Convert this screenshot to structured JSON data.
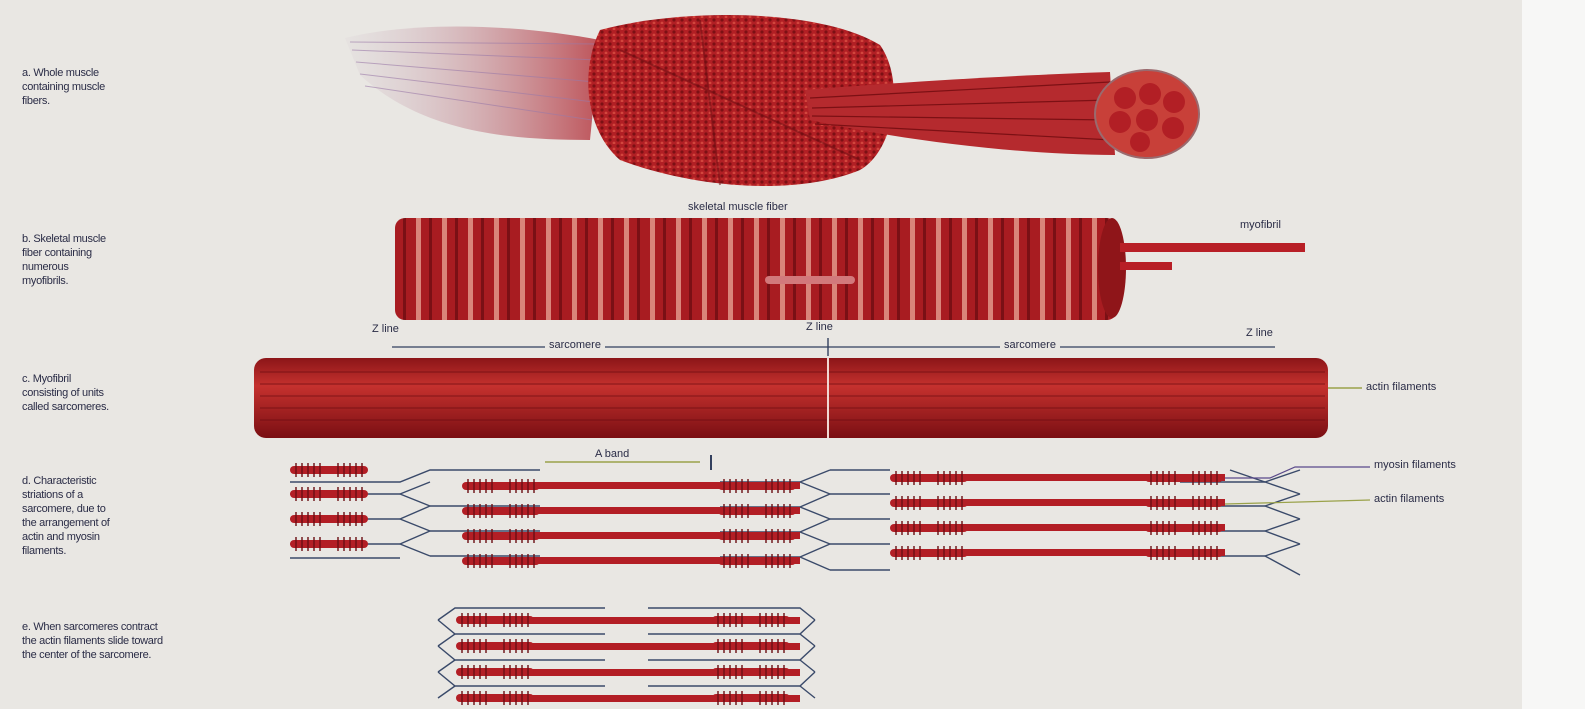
{
  "captions": {
    "a": "a. Whole muscle\ncontaining muscle\nfibers.",
    "b": "b. Skeletal muscle\nfiber containing\nnumerous\nmyofibrils.",
    "c": "c. Myofibril\nconsisting of units\ncalled sarcomeres.",
    "d": "d. Characteristic\nstriations of a\nsarcomere, due to\nthe arrangement of\nactin and myosin\nfilaments.",
    "e": "e. When sarcomeres contract\nthe actin filaments slide toward\nthe center of the sarcomere."
  },
  "labels": {
    "fiber": "skeletal muscle fiber",
    "myofibril": "myofibril",
    "z_left": "Z line",
    "z_mid": "Z line",
    "z_right": "Z line",
    "sarcomere_1": "sarcomere",
    "sarcomere_2": "sarcomere",
    "actin_b": "actin filaments",
    "a_band": "A band",
    "myosin": "myosin filaments",
    "actin_d": "actin filaments"
  },
  "colors": {
    "background": "#e9e7e3",
    "muscle": "#b11f24",
    "muscle_dark": "#7c1014",
    "text": "#2a2c46",
    "line": "#3a4a6a"
  }
}
